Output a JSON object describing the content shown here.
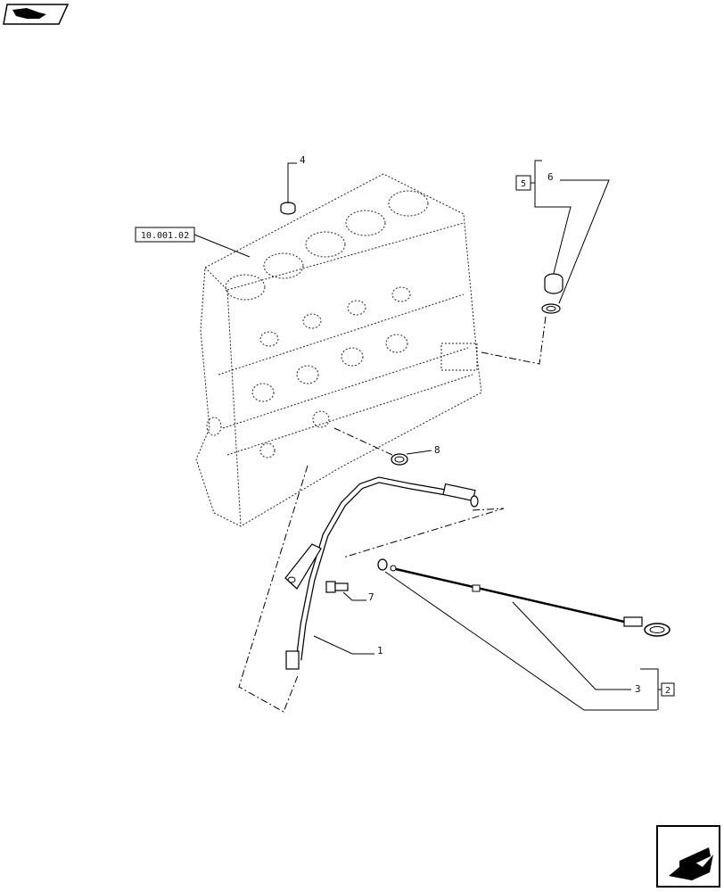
{
  "callouts": {
    "c1": "1",
    "c2": "2",
    "c3": "3",
    "c4": "4",
    "c5": "5",
    "c6": "6",
    "c7": "7",
    "c8": "8"
  },
  "reference": "10.001.02",
  "icons": {
    "top_left": "book-flip-icon",
    "bottom_right": "next-page-arrow-icon"
  }
}
